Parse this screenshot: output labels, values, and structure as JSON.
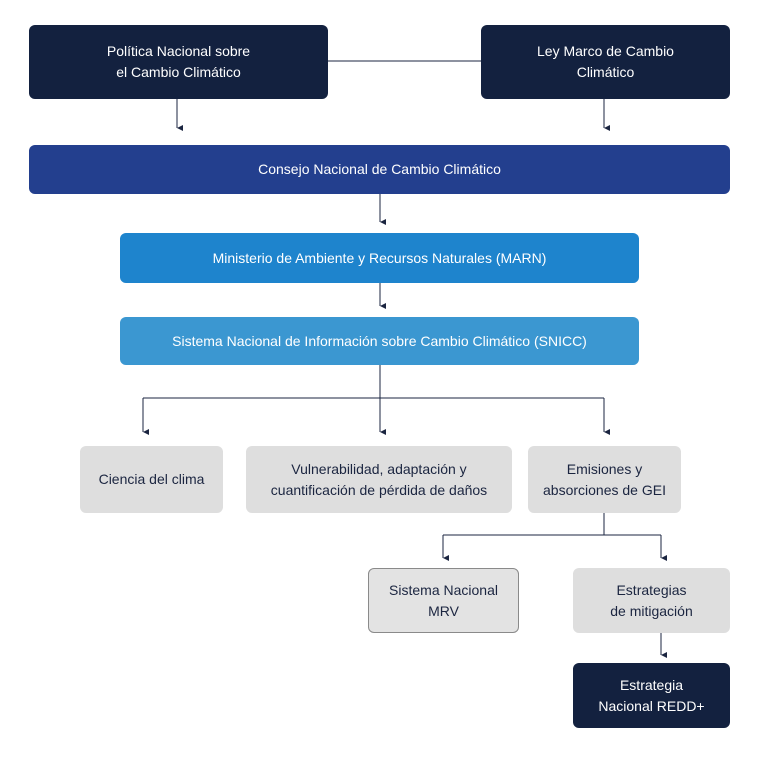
{
  "nodes": {
    "politica": "Política Nacional sobre\nel Cambio Climático",
    "ley": "Ley Marco de Cambio\nClimático",
    "consejo": "Consejo Nacional de Cambio Climático",
    "marn": "Ministerio de Ambiente y Recursos Naturales (MARN)",
    "snicc": "Sistema Nacional de Información sobre Cambio Climático (SNICC)",
    "ciencia": "Ciencia del clima",
    "vulnerabilidad": "Vulnerabilidad, adaptación y\ncuantificación de pérdida de daños",
    "emisiones": "Emisiones y\nabsorciones de GEI",
    "mrv": "Sistema Nacional\nMRV",
    "estrategias": "Estrategias\nde mitigación",
    "redd": "Estrategia\nNacional REDD+"
  },
  "colors": {
    "dark": "#13213f",
    "navy": "#233f8e",
    "blue": "#1e84cd",
    "light_blue": "#3b97d1",
    "gray": "#dedede",
    "connector": "#1b2540"
  }
}
